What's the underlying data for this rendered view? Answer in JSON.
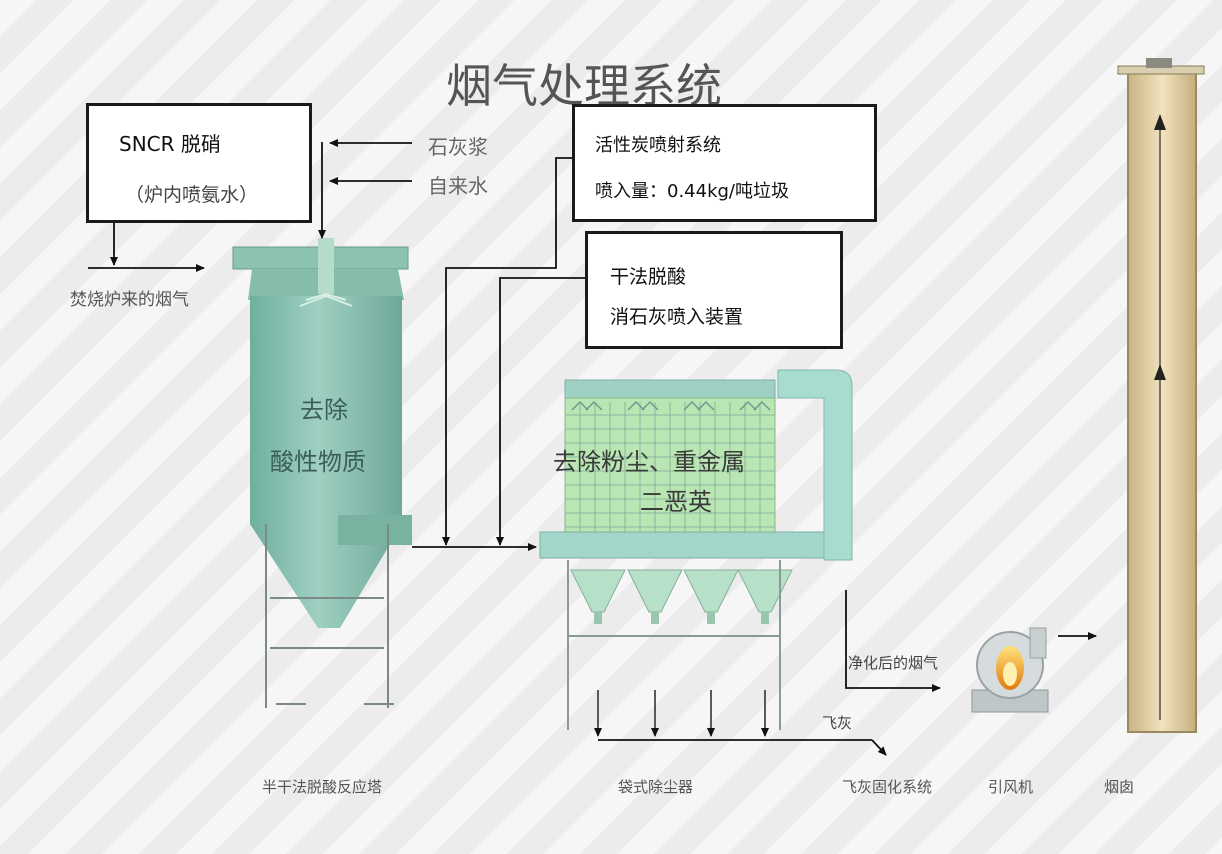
{
  "title": "烟气处理系统",
  "sncr": {
    "title": "SNCR 脱硝",
    "sub": "（炉内喷氨水）"
  },
  "inputs": {
    "lime_slurry": "石灰浆",
    "tap_water": "自来水"
  },
  "furnace_flue_gas": "焚烧炉来的烟气",
  "activated_carbon": {
    "title": "活性炭喷射系统",
    "amount": "喷入量：0.44kg/吨垃圾"
  },
  "dry_deacid": {
    "title": "干法脱酸",
    "sub": "消石灰喷入装置"
  },
  "reactor": {
    "line1": "去除",
    "line2": "酸性物质"
  },
  "filter": {
    "line1": "去除粉尘、重金属",
    "line2": "二恶英"
  },
  "purified_gas": "净化后的烟气",
  "fly_ash": "飞灰",
  "labels": {
    "reactor": "半干法脱酸反应塔",
    "filter": "袋式除尘器",
    "fly_ash_system": "飞灰固化系统",
    "fan": "引风机",
    "chimney": "烟囱"
  },
  "colors": {
    "reactor": "#8fc4b4",
    "filter_body": "#b8e4b0",
    "filter_frame": "#a8d8cc",
    "chimney": "#e8d8b0"
  }
}
